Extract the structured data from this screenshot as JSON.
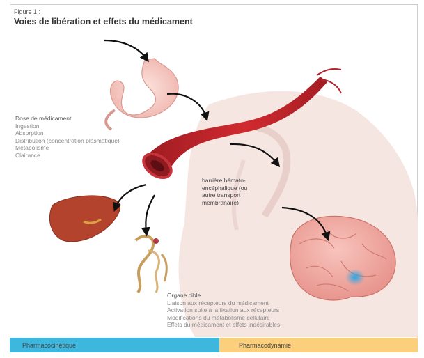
{
  "figure_label": "Figure 1 :",
  "title": "Voies de libération et effets du médicament",
  "dose": {
    "heading": "Dose de médicament",
    "items": [
      "Ingestion",
      "Absorption",
      "Distribution (concentration plasmatique)",
      "Métabolisme",
      "Clairance"
    ]
  },
  "barrier": {
    "lines": [
      "barrière hémato-",
      "encéphalique (ou",
      "autre transport",
      "membranaire)"
    ]
  },
  "target": {
    "heading": "Organe cible",
    "items": [
      "Liaison aux récepteurs du médicament",
      "Activation suite à la fixation aux récepteurs",
      "Modifications du métabolisme cellulaire",
      "Effets du médicament et effets indésirables"
    ]
  },
  "bars": {
    "left": "Pharmacocinétique",
    "right": "Pharmacodynamie"
  },
  "colors": {
    "pharmacokinetics": "#3eb7df",
    "pharmacodynamics": "#fbcf7c",
    "vessel": "#c8262b",
    "brain": "#f2a9a2",
    "liver": "#b3432c"
  },
  "icons": [
    "stomach-icon",
    "blood-vessel-icon",
    "liver-icon",
    "kidney-icon",
    "brain-icon"
  ]
}
